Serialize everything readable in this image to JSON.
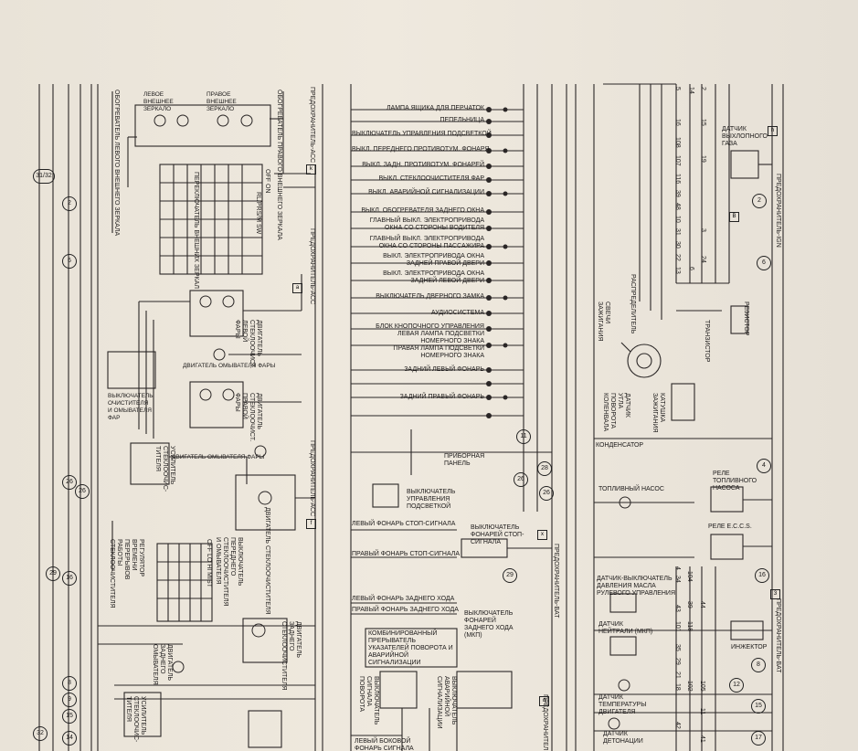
{
  "left_panel": {
    "heater_mirror_passenger": "ОБОГРЕВАТЕЛЬ ЛЕВОГО ВНЕШНЕГО ЗЕРКАЛА",
    "left_mirror": "ЛЕВОЕ ВНЕШНЕЕ ЗЕРКАЛО",
    "right_mirror": "ПРАВОЕ ВНЕШНЕЕ ЗЕРКАЛО",
    "heater_mirror_right": "ОБОГРЕВАТЕЛЬ ПРАВОГО ВНЕШНЕГО ЗЕРКАЛА",
    "fuse_acc_top": "ПРЕДОХРАНИТЕЛЬ-ACC",
    "mirror_switch": "ПЕРЕКЛЮЧАТЕЛЬ ВНЕШНИХ ЗЕРКАЛ",
    "fuse_acc_mid": "ПРЕДОХРАНИТЕЛЬ-ACC",
    "left_headlamp_wiper_motor": "ДВИГАТЕЛЬ СТЕКЛООЧИСТ. ЛЕВОЙ ФАРЫ",
    "headlamp_washer_motor": "ДВИГАТЕЛЬ ОМЫВАТЕЛЯ ФАРЫ",
    "headlamp_wiper_switch": "ВЫКЛЮЧАТЕЛЬ ОЧИСТИТЕЛЯ И ОМЫВАТЕЛЯ ФАР",
    "right_headlamp_wiper_motor": "ДВИГАТЕЛЬ СТЕКЛООЧИСТ. ПРАВОЙ ФАРЫ",
    "headlamp_washer_motor2": "ДВИГАТЕЛЬ ОМЫВАТЕЛЯ ФАРЫ",
    "wiper_amplifier": "УСИЛИТЕЛЬ СТЕКЛООЧИС-ТИТЕЛЯ",
    "fuse_acc_low": "ПРЕДОХРАНИТЕЛЬ-ACC",
    "interval_resistor": "РЕГУЛЯТОР ВРЕМЕНИ ПЕРЕРЫВОВ РАБОТЫ СТЕКЛООЧИСТИТЕЛЯ",
    "front_wiper_switch": "ВЫКЛЮЧАТЕЛЬ ПЕРЕДНЕГО СТЕКЛООЧИСТИТЕЛЯ И ОМЫВАТЕЛЯ",
    "front_wiper_motor": "ДВИГАТЕЛЬ СТЕКЛООЧИСТИТЕЛЯ",
    "rear_washer_motor": "ДВИГАТЕЛЬ ЗАДНЕГО ОМЫВАТЕЛЯ",
    "rear_wiper_motor": "ДВИГАТЕЛЬ ЗАДНЕГО СТЕКЛООЧИСТИТЕЛЯ",
    "rear_wiper_amplifier": "УСИЛИТЕЛЬ СТЕКЛООЧИС-ТИТЕЛЯ",
    "switch_header_1": "OFF ON",
    "switch_header_2": "OFF LO HI MIST",
    "sw_labels": "RL/PRS/M SW",
    "bus_numbers": [
      "31",
      "32",
      "2",
      "6",
      "26",
      "26",
      "16",
      "29",
      "8",
      "9",
      "15",
      "14",
      "32"
    ],
    "markers": [
      "k",
      "a",
      "f"
    ]
  },
  "middle_panel": {
    "items": [
      "ЛАМПА ЯЩИКА ДЛЯ ПЕРЧАТОК",
      "ПЕПЕЛЬНИЦА",
      "ВЫКЛЮЧАТЕЛЬ УПРАВЛЕНИЯ ПОДСВЕТКОЙ",
      "ВЫКЛ. ПЕРЕДНЕГО ПРОТИВОТУМ. ФОНАРЯ",
      "ВЫКЛ. ЗАДН. ПРОТИВОТУМ. ФОНАРЕЙ",
      "ВЫКЛ. СТЕКЛООЧИСТИТЕЛЯ ФАР",
      "ВЫКЛ. АВАРИЙНОЙ СИГНАЛИЗАЦИИ",
      "ВЫКЛ. ОБОГРЕВАТЕЛЯ ЗАДНЕГО ОКНА",
      "ГЛАВНЫЙ ВЫКЛ. ЭЛЕКТРОПРИВОДА",
      "ОКНА СО СТОРОНЫ ВОДИТЕЛЯ",
      "ГЛАВНЫЙ ВЫКЛ. ЭЛЕКТРОПРИВОДА",
      "ОКНА СО СТОРОНЫ ПАССАЖИРА",
      "ВЫКЛ. ЭЛЕКТРОПРИВОДА ОКНА",
      "ЗАДНЕЙ ПРАВОЙ ДВЕРИ",
      "ВЫКЛ. ЭЛЕКТРОПРИВОДА ОКНА",
      "ЗАДНЕЙ ЛЕВОЙ ДВЕРИ",
      "ВЫКЛЮЧАТЕЛЬ ДВЕРНОГО ЗАМКА",
      "АУДИОСИСТЕМА",
      "БЛОК КНОПОЧНОГО УПРАВЛЕНИЯ",
      "ЛЕВАЯ ЛАМПА ПОДСВЕТКИ",
      "НОМЕРНОГО ЗНАКА",
      "ПРАВАЯ ЛАМПА ПОДСВЕТКИ",
      "НОМЕРНОГО ЗНАКА",
      "ЗАДНИЙ ЛЕВЫЙ ФОНАРЬ",
      "ЗАДНИЙ ПРАВЫЙ ФОНАРЬ"
    ],
    "instrument_panel": "ПРИБОРНАЯ ПАНЕЛЬ",
    "illum_control": "ВЫКЛЮЧАТЕЛЬ УПРАВЛЕНИЯ ПОДСВЕТКОЙ",
    "left_stop": "ЛЕВЫЙ ФОНАРЬ СТОП-СИГНАЛА",
    "stop_switch": "ВЫКЛЮЧАТЕЛЬ ФОНАРЕЙ СТОП-СИГНАЛА",
    "right_stop": "ПРАВЫЙ ФОНАРЬ СТОП-СИГНАЛА",
    "left_reverse": "ЛЕВЫЙ ФОНАРЬ ЗАДНЕГО ХОДА",
    "right_reverse": "ПРАВЫЙ ФОНАРЬ ЗАДНЕГО ХОДА",
    "reverse_switch": "ВЫКЛЮЧАТЕЛЬ ФОНАРЕЙ ЗАДНЕГО ХОДА (МКП)",
    "flasher": "КОМБИНИРОВАННЫЙ ПРЕРЫВАТЕЛЬ УКАЗАТЕЛЕЙ ПОВОРОТА И АВАРИЙНОЙ СИГНАЛИЗАЦИИ",
    "turn_switch": "ВЫКЛЮЧАТЕЛЬ СИГНАЛА ПОВОРОТА",
    "hazard_switch": "ВЫКЛЮЧАТЕЛЬ АВАРИЙНОЙ СИГНАЛИЗАЦИИ",
    "side_turn": "ЛЕВЫЙ БОКОВОЙ ФОНАРЬ СИГНАЛА ПОВОРОТА",
    "fuse_bat": "ПРЕДОХРАНИТЕЛЬ-BAT",
    "fuse_bat2": "ПРЕДОХРАНИТЕЛЬ-BAT",
    "circle_numbers": [
      "11",
      "26",
      "26",
      "29",
      "28"
    ],
    "markers": [
      "x",
      "q"
    ]
  },
  "right_panel": {
    "top_numbers": [
      "5",
      "14",
      "2",
      "16",
      "108",
      "107",
      "116",
      "39",
      "48",
      "10",
      "31",
      "30",
      "22",
      "13",
      "6",
      "15",
      "19",
      "3",
      "24"
    ],
    "exhaust_sensor": "ДАТЧИК ВЫХЛОПНОГО ГАЗА",
    "fuse_ign": "ПРЕДОХРАНИТЕЛЬ-IGN",
    "distributor": "РАСПРЕДЕЛИТЕЛЬ",
    "spark_plugs": "СВЕЧИ ЗАЖИГАНИЯ",
    "transistor": "ТРАНЗИСТОР",
    "resistor": "РЕЗИСТОР",
    "crank_sensor": "ДАТЧИК УГЛА ПОВОРОТА КОЛЕНВАЛА",
    "ignition_coil": "КАТУШКА ЗАЖИГАНИЯ",
    "condenser": "КОНДЕНСАТОР",
    "fuel_pump": "ТОПЛИВНЫЙ НАСОС",
    "fuel_pump_relay": "РЕЛЕ ТОПЛИВНОГО НАСОСА",
    "eccs_relay": "РЕЛЕ E.C.C.S.",
    "ps_pressure": "ДАТЧИК-ВЫКЛЮЧАТЕЛЬ ДАВЛЕНИЯ МАСЛА РУЛЕВОГО УПРАВЛЕНИЯ",
    "neutral_switch": "ДАТЧИК НЕЙТРАЛИ (МКП)",
    "injector": "ИНЖЕКТОР",
    "fuse_bat": "ПРЕДОХРАНИТЕЛЬ-BAT",
    "coolant_temp": "ДАТЧИК ТЕМПЕРАТУРЫ ДВИГАТЕЛЯ",
    "knock_sensor": "ДАТЧИК ДЕТОНАЦИИ",
    "mid_numbers": [
      "4",
      "34",
      "104",
      "43",
      "39",
      "44",
      "101",
      "118",
      "35",
      "29",
      "21",
      "18",
      "102",
      "105",
      "11",
      "42",
      "41"
    ],
    "circle_numbers": [
      "2",
      "6",
      "4",
      "16",
      "8",
      "12",
      "15",
      "17"
    ],
    "markers": [
      "h",
      "B",
      "3"
    ]
  }
}
